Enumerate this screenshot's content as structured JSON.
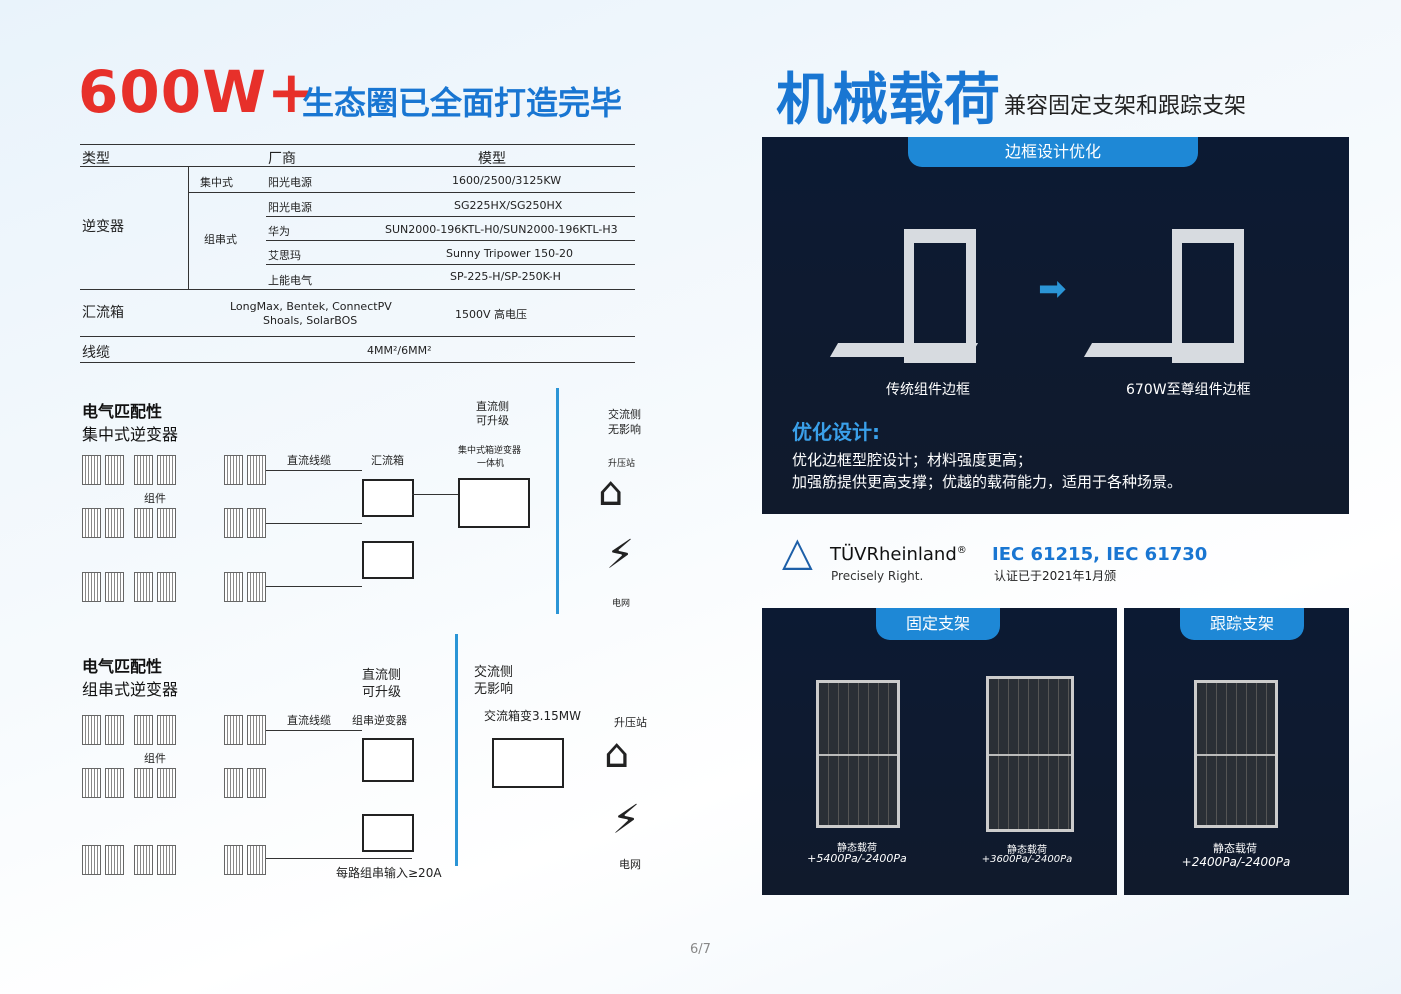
{
  "left_title": {
    "big": "600W+",
    "sub": "生态圈已全面打造完毕"
  },
  "right_title": {
    "big": "机械载荷",
    "sub": "兼容固定支架和跟踪支架"
  },
  "table": {
    "headers": [
      "类型",
      "厂商",
      "模型"
    ],
    "inverter_label": "逆变器",
    "central_label": "集中式",
    "string_label": "组串式",
    "rows": [
      {
        "vendor": "阳光电源",
        "model": "1600/2500/3125KW"
      },
      {
        "vendor": "阳光电源",
        "model": "SG225HX/SG250HX"
      },
      {
        "vendor": "华为",
        "model": "SUN2000-196KTL-H0/SUN2000-196KTL-H3"
      },
      {
        "vendor": "艾思玛",
        "model": "Sunny Tripower 150-20"
      },
      {
        "vendor": "上能电气",
        "model": "SP-225-H/SP-250K-H"
      }
    ],
    "combiner": {
      "label": "汇流箱",
      "vendors_line1": "LongMax, Bentek, ConnectPV",
      "vendors_line2": "Shoals, SolarBOS",
      "model": "1500V 高电压"
    },
    "cable": {
      "label": "线缆",
      "model": "4MM²/6MM²"
    }
  },
  "diagram1": {
    "title": "电气匹配性",
    "sub": "集中式逆变器",
    "dc_cable": "直流线缆",
    "combiner": "汇流箱",
    "module": "组件",
    "dc_side": "直流侧",
    "dc_up": "可升级",
    "inverter": "集中式箱逆变器",
    "inverter2": "一体机",
    "ac_side": "交流侧",
    "ac_none": "无影响",
    "substation": "升压站",
    "grid": "电网"
  },
  "diagram2": {
    "title": "电气匹配性",
    "sub": "组串式逆变器",
    "dc_cable": "直流线缆",
    "string_inv": "组串逆变器",
    "module": "组件",
    "dc_side": "直流侧",
    "dc_up": "可升级",
    "ac_side": "交流侧",
    "ac_none": "无影响",
    "box": "交流箱变3.15MW",
    "substation": "升压站",
    "grid": "电网",
    "input": "每路组串输入≥20A"
  },
  "frame_panel": {
    "tab": "边框设计优化",
    "left": "传统组件边框",
    "right": "670W至尊组件边框",
    "opt_title": "优化设计:",
    "line1": "优化边框型腔设计；材料强度更高；",
    "line2": "加强筋提供更高支撑；优越的载荷能力，适用于各种场景。"
  },
  "tuv": {
    "brand": "TÜVRheinland",
    "reg": "®",
    "tag": "Precisely Right.",
    "iec": "IEC 61215, IEC 61730",
    "cert": "认证已于2021年1月颁"
  },
  "fixed": {
    "tab": "固定支架",
    "a_title": "静态载荷",
    "a_val": "+5400Pa/-2400Pa",
    "b_title": "静态载荷",
    "b_val": "+3600Pa/-2400Pa"
  },
  "tracker": {
    "tab": "跟踪支架",
    "title": "静态载荷",
    "val": "+2400Pa/-2400Pa"
  },
  "page": "6/7",
  "colors": {
    "red": "#e7302a",
    "blue": "#1976d2",
    "accent": "#1e88d6"
  }
}
